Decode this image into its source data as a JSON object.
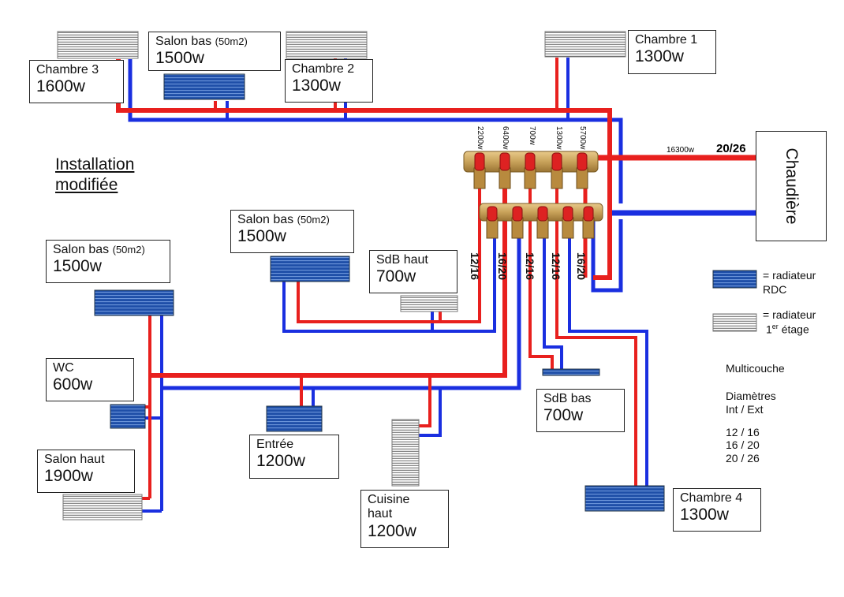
{
  "title": {
    "line1": "Installation",
    "line2": "modifiée"
  },
  "boiler": {
    "label": "Chaudière",
    "main_diameter": "20/26",
    "main_power": "16300w"
  },
  "manifold_powers": [
    "2200w",
    "6400w",
    "700w",
    "1300w",
    "5700w"
  ],
  "pipe_diameters": [
    "12/16",
    "16/20",
    "12/16",
    "12/16",
    "16/20"
  ],
  "rooms": {
    "chambre3": {
      "name": "Chambre 3",
      "power": "1600w"
    },
    "salon_bas_top": {
      "name": "Salon bas",
      "area": "(50m2)",
      "power": "1500w"
    },
    "chambre2": {
      "name": "Chambre 2",
      "power": "1300w"
    },
    "chambre1": {
      "name": "Chambre 1",
      "power": "1300w"
    },
    "salon_bas_mid": {
      "name": "Salon bas",
      "area": "(50m2)",
      "power": "1500w"
    },
    "sdb_haut": {
      "name": "SdB haut",
      "power": "700w"
    },
    "salon_bas_left": {
      "name": "Salon bas",
      "area": "(50m2)",
      "power": "1500w"
    },
    "wc": {
      "name": "WC",
      "power": "600w"
    },
    "salon_haut": {
      "name": "Salon haut",
      "power": "1900w"
    },
    "entree": {
      "name": "Entrée",
      "power": "1200w"
    },
    "cuisine_haut": {
      "name": "Cuisine",
      "name2": "haut",
      "power": "1200w"
    },
    "sdb_bas": {
      "name": "SdB bas",
      "power": "700w"
    },
    "chambre4": {
      "name": "Chambre 4",
      "power": "1300w"
    }
  },
  "legend": {
    "rdc": {
      "line1": "= radiateur",
      "line2": "RDC"
    },
    "etage": {
      "line1": "= radiateur",
      "line2_num": "1",
      "line2_sup": "er",
      "line2_rest": " étage"
    }
  },
  "info": {
    "material": "Multicouche",
    "diam_title1": "Diamètres",
    "diam_title2": "Int / Ext",
    "d1": "12 / 16",
    "d2": "16 / 20",
    "d3": "20 / 26"
  },
  "colors": {
    "supply": "#e8201e",
    "return": "#1a2fe0",
    "rdc_radiator": "#1f4fa8",
    "etage_radiator": "#e6e6e6",
    "manifold_brass": "#c8a25a",
    "valve_handle": "#dd2222"
  }
}
